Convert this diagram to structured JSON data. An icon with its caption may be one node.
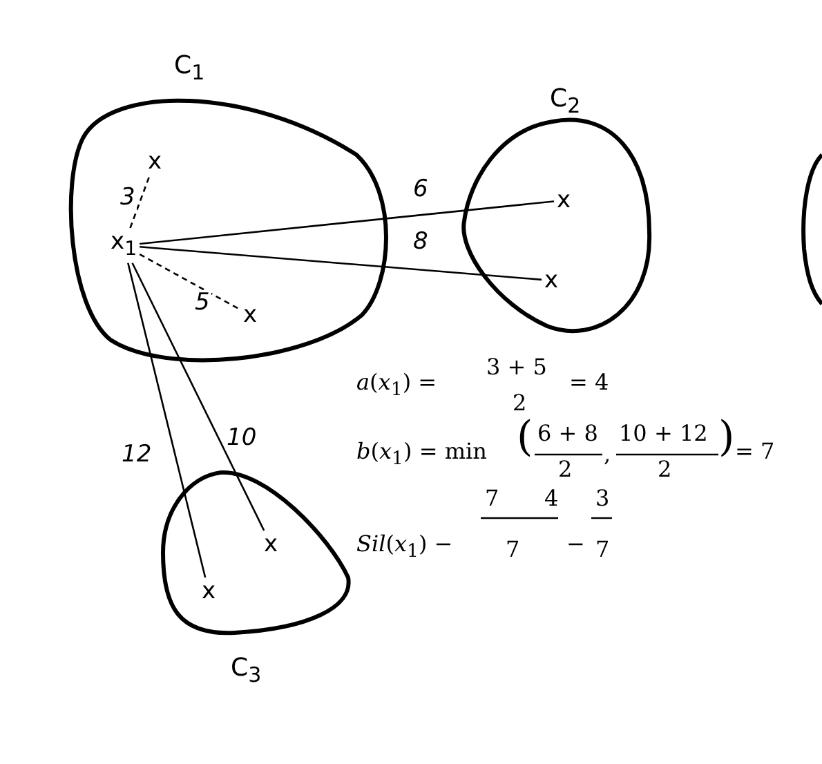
{
  "diagram": {
    "nodes": [
      {
        "text": [
          "C$_{1}$"
        ]
      },
      {
        "text": [
          "x$_{1}$"
        ],
        "in": 0
      },
      {
        "text": [
          "x"
        ],
        "in": 0
      },
      {
        "text": [
          "x"
        ],
        "in": 0
      },
      {
        "text": [
          "C$_{2}$"
        ]
      },
      {
        "text": [
          "x"
        ],
        "in": 4
      },
      {
        "text": [
          "x"
        ],
        "in": 4
      },
      {
        "text": [
          "C$_{3}$"
        ]
      },
      {
        "text": [
          "x"
        ],
        "in": 7
      },
      {
        "text": [
          "x"
        ],
        "in": 7
      },
      {
        "text": [],
        "shape": "blob"
      }
    ],
    "edges": [
      {
        "from": 1,
        "to": 2,
        "arrow": "none",
        "label": "3",
        "style": "dashed"
      },
      {
        "from": 1,
        "to": 3,
        "arrow": "none",
        "label": "5",
        "style": "dashed"
      },
      {
        "from": 1,
        "to": 5,
        "arrow": "none",
        "label": "6"
      },
      {
        "from": 1,
        "to": 6,
        "arrow": "none",
        "label": "8"
      },
      {
        "from": 1,
        "to": 8,
        "arrow": "none",
        "label": "10"
      },
      {
        "from": 1,
        "to": 9,
        "arrow": "none",
        "label": "12"
      }
    ],
    "labels": [
      "*a*(*x*$_{1}$) =",
      "3 + 5",
      "2",
      "= 4",
      "*b*(*x*$_{1}$) = min",
      "(",
      "6 + 8",
      "2",
      ",",
      "10 + 12",
      "2",
      ")",
      "= 7",
      "*Sil*(*x*$_{1}$) −",
      "7",
      "4",
      "7",
      "−",
      "3",
      "7"
    ]
  }
}
